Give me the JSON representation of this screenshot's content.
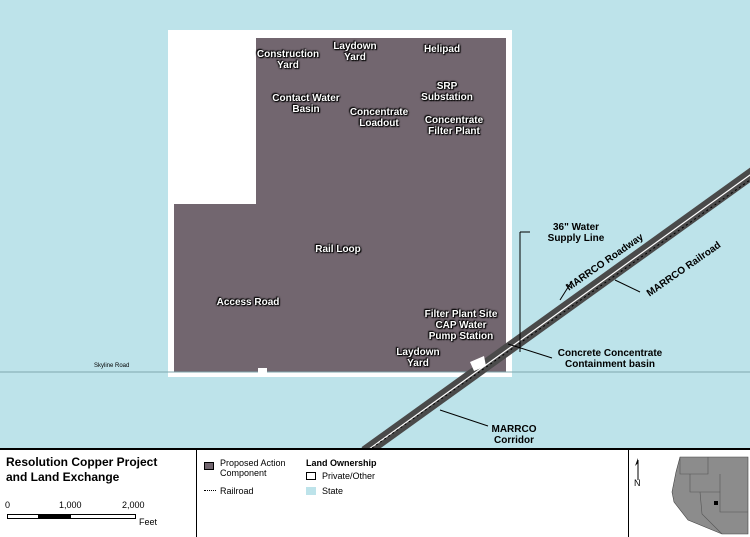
{
  "map": {
    "colors": {
      "state": "#bde3ea",
      "private": "#ffffff",
      "component": "#72666f",
      "corridor": "#4a4a4a",
      "railroad": "#000000"
    },
    "labels": {
      "construction_yard": "Construction\nYard",
      "laydown_yard_top": "Laydown\nYard",
      "helipad": "Helipad",
      "srp_substation": "SRP\nSubstation",
      "contact_water_basin": "Contact Water\nBasin",
      "concentrate_loadout": "Concentrate\nLoadout",
      "concentrate_filter_plant": "Concentrate\nFilter Plant",
      "rail_loop": "Rail Loop",
      "access_road": "Access Road",
      "filter_plant_site": "Filter Plant Site\nCAP Water\nPump Station",
      "laydown_yard_bottom": "Laydown\nYard",
      "water_supply_line": "36\" Water\nSupply Line",
      "marrco_roadway": "MARRCO Roadway",
      "marrco_railroad": "MARRCO Railroad",
      "concrete_basin": "Concrete Concentrate\nContainment basin",
      "marrco_corridor": "MARRCO\nCorridor",
      "skyline_road": "Skyline Road"
    }
  },
  "legend": {
    "title": "Resolution Copper Project\nand Land Exchange",
    "scale": {
      "ticks": [
        "0",
        "1,000",
        "2,000"
      ],
      "unit": "Feet"
    },
    "items": {
      "proposed": "Proposed Action\nComponent",
      "railroad": "Railroad",
      "ownership_heading": "Land Ownership",
      "private": "Private/Other",
      "state": "State"
    },
    "north_label": "N"
  }
}
